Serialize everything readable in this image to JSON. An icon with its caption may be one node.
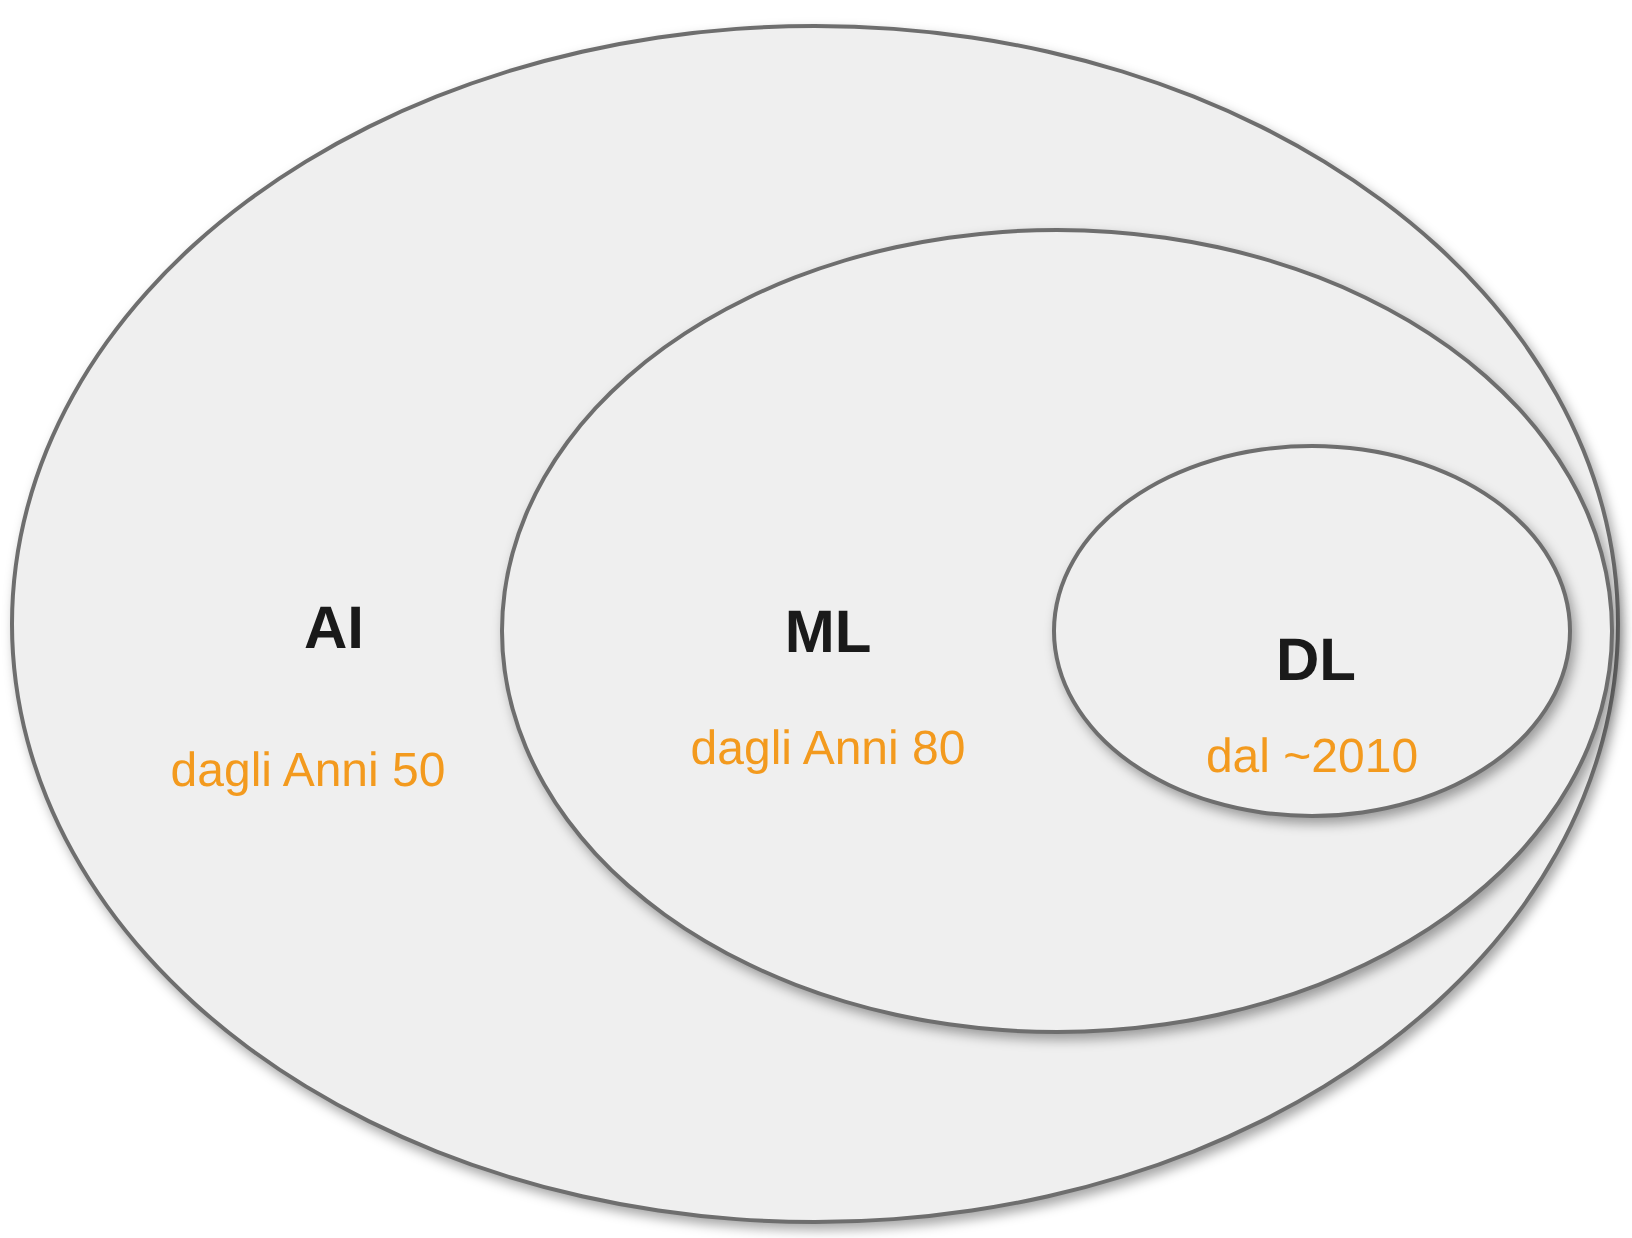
{
  "diagram": {
    "nodes": [
      {
        "text": [
          "AI",
          "dagli Anni 50"
        ]
      },
      {
        "text": [
          "ML",
          "dagli Anni 80"
        ],
        "in": 0
      },
      {
        "text": [
          "DL",
          "dal ~2010"
        ],
        "in": 1
      }
    ]
  }
}
